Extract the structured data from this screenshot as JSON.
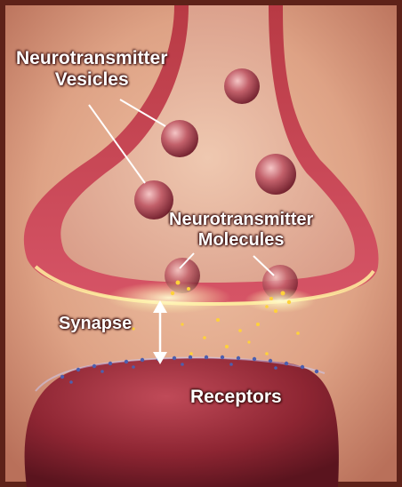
{
  "labels": {
    "vesicles": [
      "Neurotransmitter",
      "Vesicles"
    ],
    "molecules": [
      "Neurotransmitter",
      "Molecules"
    ],
    "synapse": "Synapse",
    "receptors": "Receptors"
  },
  "colors": {
    "background": "#e2a98b",
    "frame": "#5e2219",
    "terminal": "#c63e4c",
    "terminal_inner": "#e4b39c",
    "vesicle": "#b24a55",
    "glow": "#fff3a8",
    "receptor_cell": "#9e2c38",
    "receptor_dots": "#4d5fae",
    "molecule_dots": "#ffd23a"
  }
}
